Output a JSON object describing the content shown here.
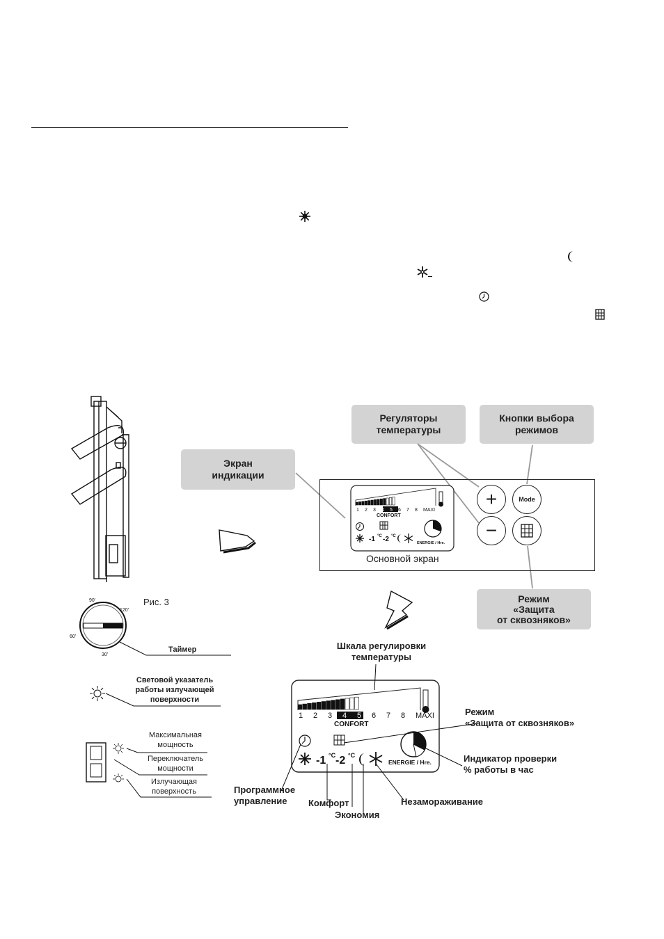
{
  "callouts": {
    "screen": [
      "Экран",
      "индикации"
    ],
    "regulators": [
      "Регуляторы",
      "температуры"
    ],
    "mode_buttons": [
      "Кнопки выбора",
      "режимов"
    ],
    "draft_mode": [
      "Режим",
      "«Защита",
      "от сквозняков»"
    ]
  },
  "panel": {
    "caption": "Основной экран",
    "plus_symbol": "+",
    "minus_symbol": "−",
    "mode_button": "Mode"
  },
  "display": {
    "scale_numbers": [
      "1",
      "2",
      "3",
      "4",
      "5",
      "6",
      "7",
      "8",
      "MAXI"
    ],
    "highlighted": [
      "4",
      "5"
    ],
    "confort": "CONFORT",
    "minus1": "-1",
    "minus2": "-2",
    "deg_c": "°C",
    "energie": "ENERGIE / Hre."
  },
  "figure_label": "Рис. 3",
  "timer": {
    "marks": [
      "90'",
      "120'",
      "60'",
      "30'"
    ],
    "label": "Таймер"
  },
  "light_indicator": [
    "Световой указатель",
    "работы излучающей",
    "поверхности"
  ],
  "switch_labels": {
    "max_power": [
      "Максимальная",
      "мощность"
    ],
    "power_switch": [
      "Переключатель",
      "мощности"
    ],
    "radiant_surface": [
      "Излучающая",
      "поверхность"
    ]
  },
  "annotations": {
    "scale": [
      "Шкала регулировки",
      "температуры"
    ],
    "draft": [
      "Режим",
      "«Защита от сквозняков»"
    ],
    "indicator": [
      "Индикатор проверки",
      "% работы в час"
    ],
    "program": [
      "Программное",
      "управление"
    ],
    "comfort": "Комфорт",
    "economy": "Экономия",
    "antifreeze": "Незамораживание"
  },
  "colors": {
    "callout_bg": "#d3d3d3",
    "ink": "#1a1a1a"
  },
  "icons": [
    "sun-icon",
    "moon-icon",
    "snowflake-icon",
    "clock-icon",
    "window-grid-icon",
    "thermometer-icon",
    "energy-pie-icon"
  ]
}
